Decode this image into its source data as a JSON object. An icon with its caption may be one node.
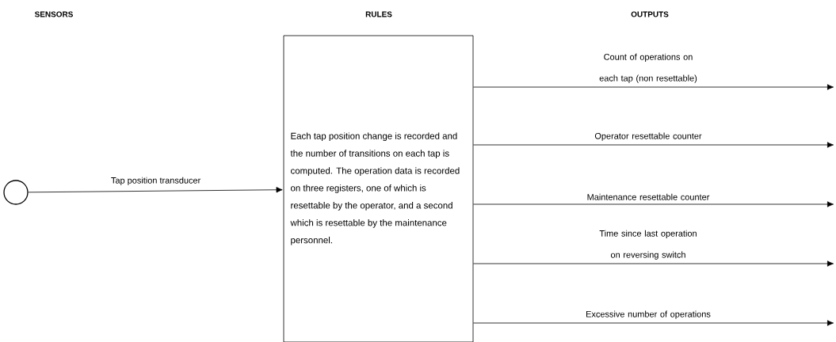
{
  "diagram": {
    "nodes": [
      {
        "text": [],
        "shape": "circle"
      },
      {
        "text": [
          "Each tap position change is recorded and the number of transitions on each tap is computed. The operation data is recorded on three registers, one of which is resettable by the operator, and a second which is resettable by the maintenance personnel."
        ]
      }
    ],
    "edges": [
      {
        "from": 0,
        "to": 1,
        "arrow": "to",
        "label": "Tap position transducer"
      },
      {
        "from": 1,
        "to": null,
        "arrow": "to",
        "label": "Count of operations on each tap (non resettable)"
      },
      {
        "from": 1,
        "to": null,
        "arrow": "to",
        "label": "Operator resettable counter"
      },
      {
        "from": 1,
        "to": null,
        "arrow": "to",
        "label": "Maintenance resettable counter"
      },
      {
        "from": 1,
        "to": null,
        "arrow": "to",
        "label": "Time since last operation on reversing switch"
      },
      {
        "from": 1,
        "to": null,
        "arrow": "to",
        "label": "Excessive number of operations"
      }
    ],
    "labels": [
      "SENSORS",
      "RULES",
      "OUTPUTS"
    ]
  }
}
